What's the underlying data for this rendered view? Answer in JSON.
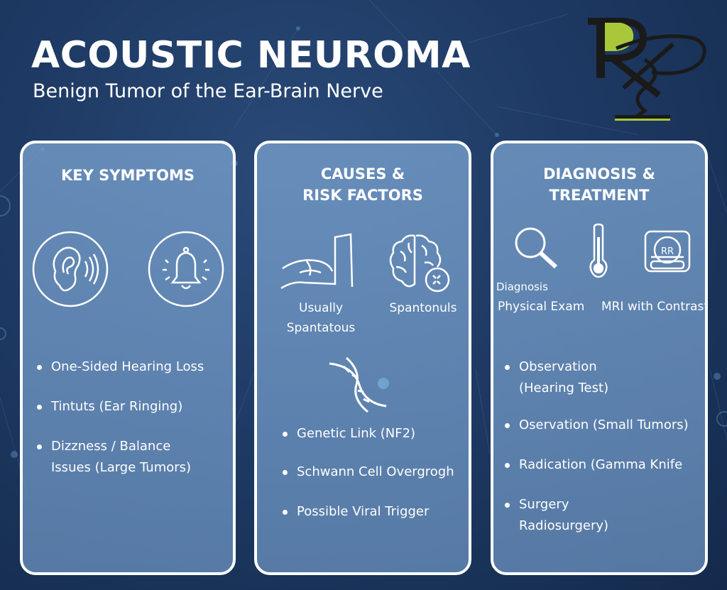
{
  "header": {
    "title": "ACOUSTIC NEUROMA",
    "subtitle": "Benign Tumor of the Ear-Brain Nerve",
    "logo_text": "Rx"
  },
  "colors": {
    "background": "#1e3a64",
    "panel": "#7aa0cd",
    "logo_green": "#a8c83a",
    "text": "#ffffff"
  },
  "panels": {
    "symptoms": {
      "title": "KEY SYMPTOMS",
      "icons": [
        "ear-sound-icon",
        "bell-ringing-icon"
      ],
      "bullets": [
        "One-Sided Hearing Loss",
        "Tintuts (Ear Ringing)",
        "Dizzness / Balance\nIssues (Large Tumors)"
      ]
    },
    "causes": {
      "title": "CAUSES &\nRISK FACTORS",
      "icons": [
        "arm-icon",
        "brain-icon",
        "dna-icon"
      ],
      "labels": [
        "Usually\nSpantatous",
        "Spantonuls"
      ],
      "bullets": [
        "Genetic Link (NF2)",
        "Schwann Cell Overgrogh",
        "Possible Viral Trigger"
      ]
    },
    "diagnosis": {
      "title": "DIAGNOSIS &\nTREATMENT",
      "icons": [
        "magnifier-icon",
        "thermometer-icon",
        "mri-scanner-icon"
      ],
      "mri_icon_text": "RR",
      "labels": [
        "Diagnosis",
        "Physical Exam",
        "MRI with Contrast"
      ],
      "bullets": [
        "Observation\n(Hearing Test)",
        "Oservation (Small Tumors)",
        "Radication (Gamma Knife",
        "Surgery\nRadiosurgery)"
      ]
    }
  }
}
